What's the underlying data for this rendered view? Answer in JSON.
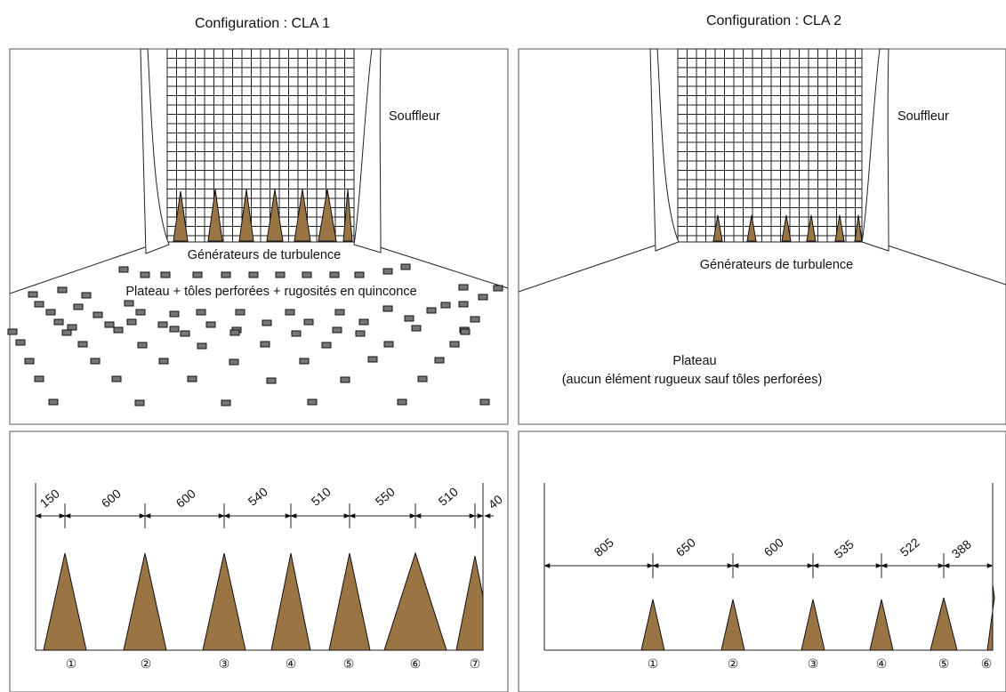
{
  "panels": [
    {
      "title": "Configuration : CLA 1",
      "blower": "Souffleur",
      "generators": "Générateurs de turbulence",
      "plate": "Plateau + tôles perforées + rugosités en quinconce",
      "spacings": [
        "150",
        "600",
        "600",
        "540",
        "510",
        "550",
        "510",
        "40"
      ],
      "numbers": [
        "①",
        "②",
        "③",
        "④",
        "⑤",
        "⑥",
        "⑦"
      ]
    },
    {
      "title": "Configuration : CLA 2",
      "blower": "Souffleur",
      "generators": "Générateurs de turbulence",
      "plate_line1": "Plateau",
      "plate_line2": "(aucun élément rugueux sauf tôles perforées)",
      "spacings": [
        "805",
        "650",
        "600",
        "535",
        "522",
        "388"
      ],
      "numbers": [
        "①",
        "②",
        "③",
        "④",
        "⑤",
        "⑥"
      ]
    }
  ],
  "colors": {
    "cone": "#9a7443",
    "roughness": "#777777"
  }
}
